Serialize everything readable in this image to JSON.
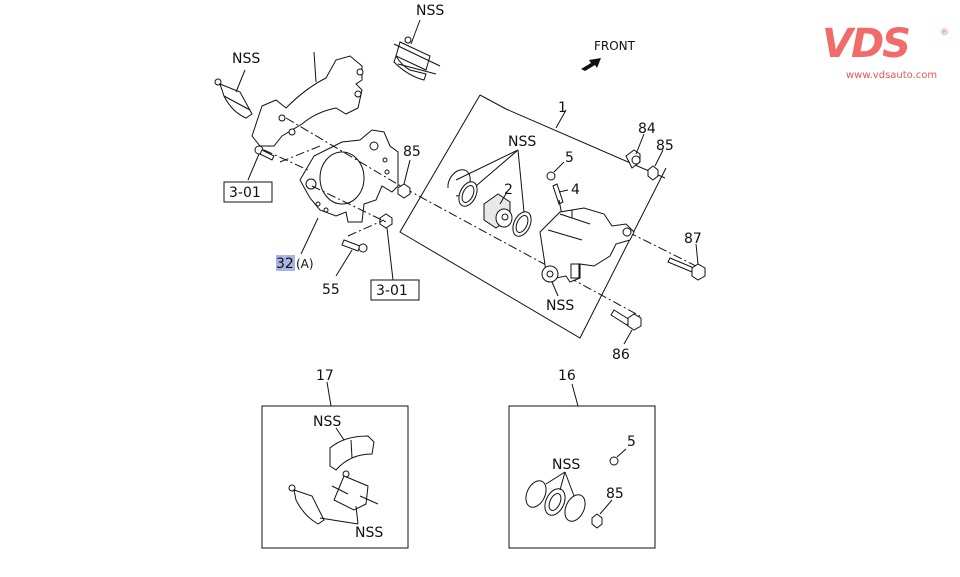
{
  "logo": {
    "brand": "VDS",
    "registered": "®",
    "url": "www.vdsauto.com",
    "color": "#f26b6b"
  },
  "orientation": {
    "label": "FRONT",
    "icon": "arrow-icon"
  },
  "callouts": {
    "nss_top": "NSS",
    "nss_left": "NSS",
    "ref_left": "3-01",
    "ref_bottom": "3-01",
    "part_32": "32",
    "part_32_suffix": "(A)",
    "part_55": "55",
    "part_85_left": "85",
    "part_1": "1",
    "nss_seals": "NSS",
    "part_2": "2",
    "part_5": "5",
    "part_4": "4",
    "part_84": "84",
    "part_85_right": "85",
    "part_87": "87",
    "nss_caliper": "NSS",
    "part_86": "86"
  },
  "kits": [
    {
      "number": "17",
      "labels": [
        "NSS",
        "NSS"
      ]
    },
    {
      "number": "16",
      "labels": [
        "NSS",
        "5",
        "85"
      ]
    }
  ],
  "colors": {
    "line": "#111111",
    "highlight": "#aab4e6"
  }
}
